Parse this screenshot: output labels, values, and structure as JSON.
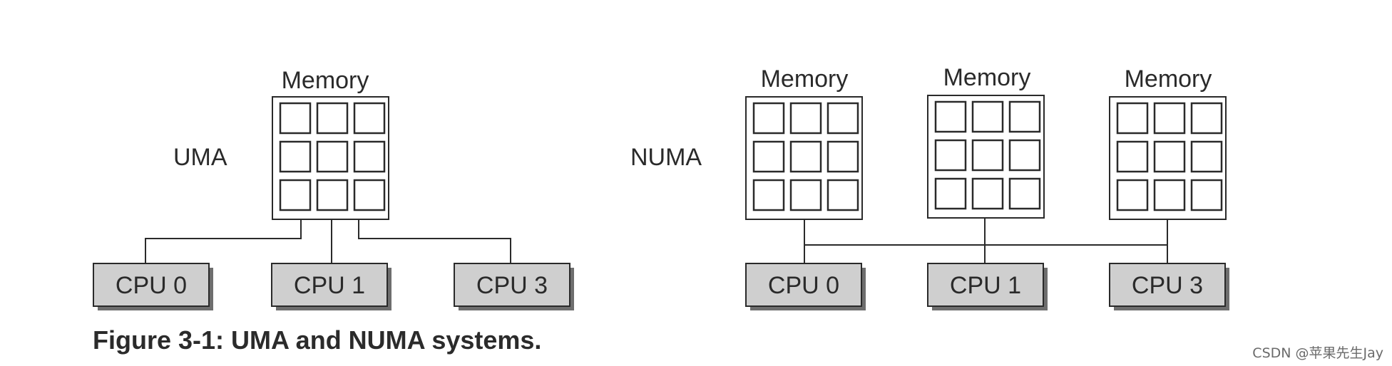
{
  "uma": {
    "label": "UMA",
    "memory": {
      "title": "Memory",
      "grid_rows": 3,
      "grid_cols": 3
    },
    "cpus": [
      {
        "label": "CPU 0"
      },
      {
        "label": "CPU 1"
      },
      {
        "label": "CPU 3"
      }
    ]
  },
  "numa": {
    "label": "NUMA",
    "memories": [
      {
        "title": "Memory",
        "grid_rows": 3,
        "grid_cols": 3
      },
      {
        "title": "Memory",
        "grid_rows": 3,
        "grid_cols": 3
      },
      {
        "title": "Memory",
        "grid_rows": 3,
        "grid_cols": 3
      }
    ],
    "cpus": [
      {
        "label": "CPU 0"
      },
      {
        "label": "CPU 1"
      },
      {
        "label": "CPU 3"
      }
    ]
  },
  "caption": "Figure 3-1: UMA and NUMA systems.",
  "watermark": "CSDN @苹果先生Jay",
  "colors": {
    "cpu_fill": "#cfcfcf",
    "cpu_shadow": "#6e6e6e",
    "line": "#2a2a2a"
  }
}
